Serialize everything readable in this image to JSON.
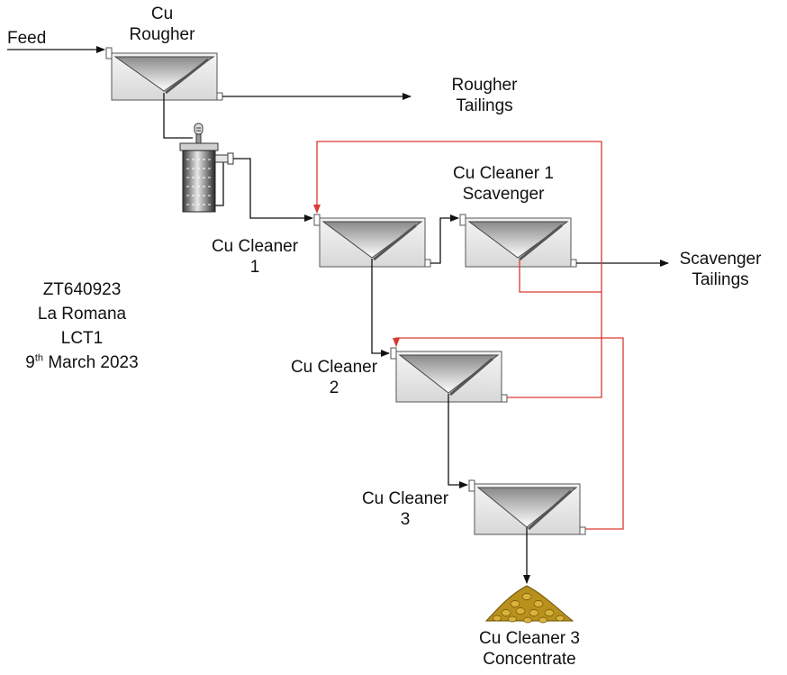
{
  "flowsheet": {
    "feed": "Feed",
    "rougher": [
      "Cu",
      "Rougher"
    ],
    "rougher_tailings": [
      "Rougher",
      "Tailings"
    ],
    "cleaner1": [
      "Cu Cleaner",
      "1"
    ],
    "cleaner1_scavenger": [
      "Cu Cleaner 1",
      "Scavenger"
    ],
    "scavenger_tailings": [
      "Scavenger",
      "Tailings"
    ],
    "cleaner2": [
      "Cu Cleaner",
      "2"
    ],
    "cleaner3": [
      "Cu Cleaner",
      "3"
    ],
    "concentrate": [
      "Cu Cleaner 3",
      "Concentrate"
    ]
  },
  "test_info": {
    "sample_id": "ZT640923",
    "site": "La Romana",
    "test": "LCT1",
    "date_day": "9",
    "date_suffix": "th",
    "date_rest": " March 2023"
  },
  "colors": {
    "flow_line": "#111111",
    "recycle_line": "#d93a32",
    "cell_body": "#e2e2e2",
    "concentrate_pile": "#b8901c"
  }
}
